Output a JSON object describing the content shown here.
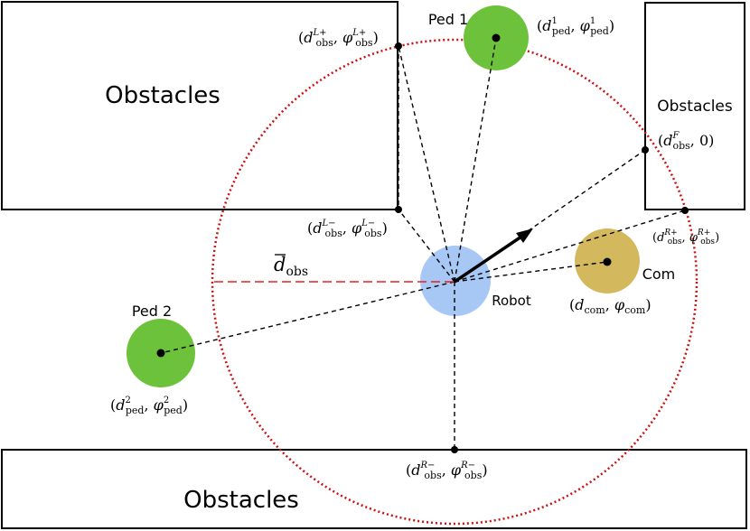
{
  "labels": {
    "obstacle_left": "Obstacles",
    "obstacle_right": "Obstacles",
    "obstacle_bottom": "Obstacles",
    "ped1": "Ped 1",
    "ped2": "Ped 2",
    "robot": "Robot",
    "com": "Com"
  },
  "math": {
    "d_obs_bar": {
      "d": "d",
      "sub": "obs"
    },
    "obs_L_plus": {
      "open": "(",
      "d": "d",
      "sub": "obs",
      "sup": "L+",
      "comma": ", ",
      "phi": "φ",
      "phi_sub": "obs",
      "phi_sup": "L+",
      "close": ")"
    },
    "obs_L_minus": {
      "open": "(",
      "d": "d",
      "sub": "obs",
      "sup": "L−",
      "comma": ", ",
      "phi": "φ",
      "phi_sub": "obs",
      "phi_sup": "L−",
      "close": ")"
    },
    "obs_F": {
      "open": "(",
      "d": "d",
      "sub": "obs",
      "sup": "F",
      "rest": ", 0)"
    },
    "obs_R_plus": {
      "open": "(",
      "d": "d",
      "sub": "obs",
      "sup": "R+",
      "comma": ", ",
      "phi": "φ",
      "phi_sub": "obs",
      "phi_sup": "R+",
      "close": ")"
    },
    "obs_R_minus": {
      "open": "(",
      "d": "d",
      "sub": "obs",
      "sup": "R−",
      "comma": ", ",
      "phi": "φ",
      "phi_sub": "obs",
      "phi_sup": "R−",
      "close": ")"
    },
    "ped1": {
      "open": "(",
      "d": "d",
      "sub": "ped",
      "sup": "1",
      "comma": ", ",
      "phi": "φ",
      "phi_sub": "ped",
      "phi_sup": "1",
      "close": ")"
    },
    "ped2": {
      "open": "(",
      "d": "d",
      "sub": "ped",
      "sup": "2",
      "comma": ", ",
      "phi": "φ",
      "phi_sub": "ped",
      "phi_sup": "2",
      "close": ")"
    },
    "com": {
      "open": "(",
      "d": "d",
      "sub": "com",
      "comma": ", ",
      "phi": "φ",
      "phi_sub": "com",
      "close": ")"
    }
  },
  "colors": {
    "robot": "#a7c7f5",
    "pedestrian": "#6cc23a",
    "com": "#d4b85e",
    "circle": "#cc1111",
    "dbar_line": "#e62020",
    "line": "#000000"
  }
}
